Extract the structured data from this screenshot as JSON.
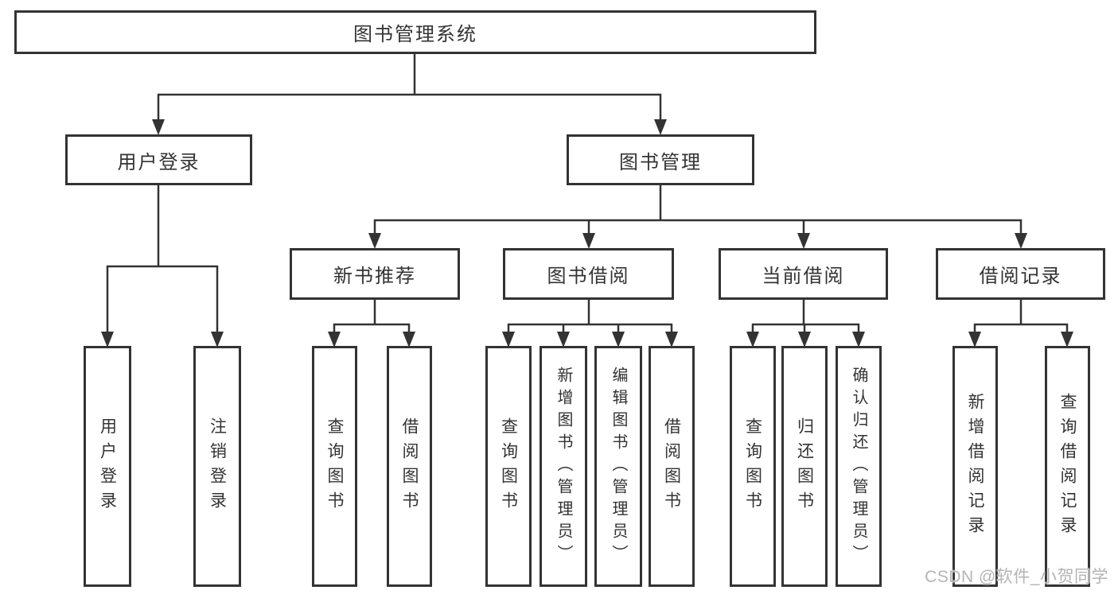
{
  "diagram": {
    "type": "hierarchy-chart",
    "nodes": {
      "root": "图书管理系统",
      "user_login": "用户登录",
      "book_mgmt": "图书管理",
      "login": "用户登录",
      "logout": "注销登录",
      "new_book_rec": "新书推荐",
      "book_borrow": "图书借阅",
      "current_borrow": "当前借阅",
      "borrow_record": "借阅记录",
      "nbr_query_book": "查询图书",
      "nbr_borrow_book": "借阅图书",
      "bb_query_book": "查询图书",
      "bb_add_book": "新增图书（管理员）",
      "bb_edit_book": "编辑图书（管理员）",
      "bb_borrow_book": "借阅图书",
      "cb_query_book": "查询图书",
      "cb_return_book": "归还图书",
      "cb_confirm_return": "确认归还（管理员）",
      "br_add_record": "新增借阅记录",
      "br_query_record": "查询借阅记录"
    },
    "hierarchy": {
      "图书管理系统": {
        "用户登录": [
          "用户登录",
          "注销登录"
        ],
        "图书管理": {
          "新书推荐": [
            "查询图书",
            "借阅图书"
          ],
          "图书借阅": [
            "查询图书",
            "新增图书（管理员）",
            "编辑图书（管理员）",
            "借阅图书"
          ],
          "当前借阅": [
            "查询图书",
            "归还图书",
            "确认归还（管理员）"
          ],
          "借阅记录": [
            "新增借阅记录",
            "查询借阅记录"
          ]
        }
      }
    },
    "colors": {
      "line": "#333333",
      "box_border": "#333333",
      "box_fill": "#ffffff",
      "text": "#333333",
      "watermark": "#b4b4b4",
      "background": "#ffffff"
    }
  },
  "watermark": "CSDN @软件_小贺同学"
}
